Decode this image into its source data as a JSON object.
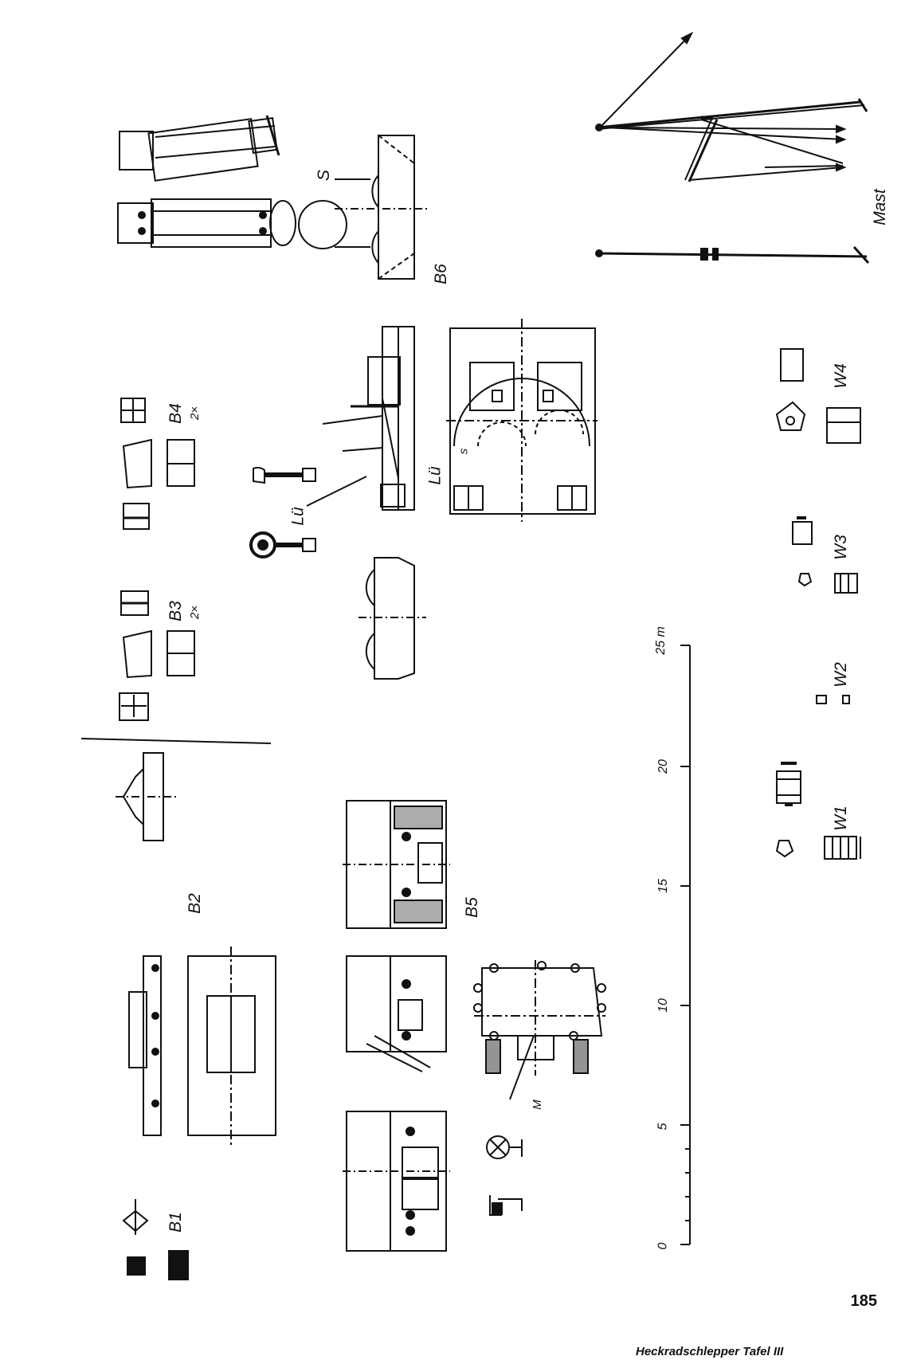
{
  "labels": {
    "b1": "B1",
    "b2": "B2",
    "b3": "B3",
    "b3_count": "2×",
    "b4": "B4",
    "b4_count": "2×",
    "b5": "B5",
    "b6": "B6",
    "s": "S",
    "s_small": "s",
    "lu_1": "Lü",
    "lu_2": "Lü",
    "m": "M",
    "w1": "W1",
    "w2": "W2",
    "w3": "W3",
    "w4": "W4",
    "mast": "Mast"
  },
  "scale": {
    "ticks": [
      "0",
      "5",
      "10",
      "15",
      "20",
      "25 m"
    ]
  },
  "page_number": "185",
  "caption": "Heckradschlepper  Tafel III"
}
